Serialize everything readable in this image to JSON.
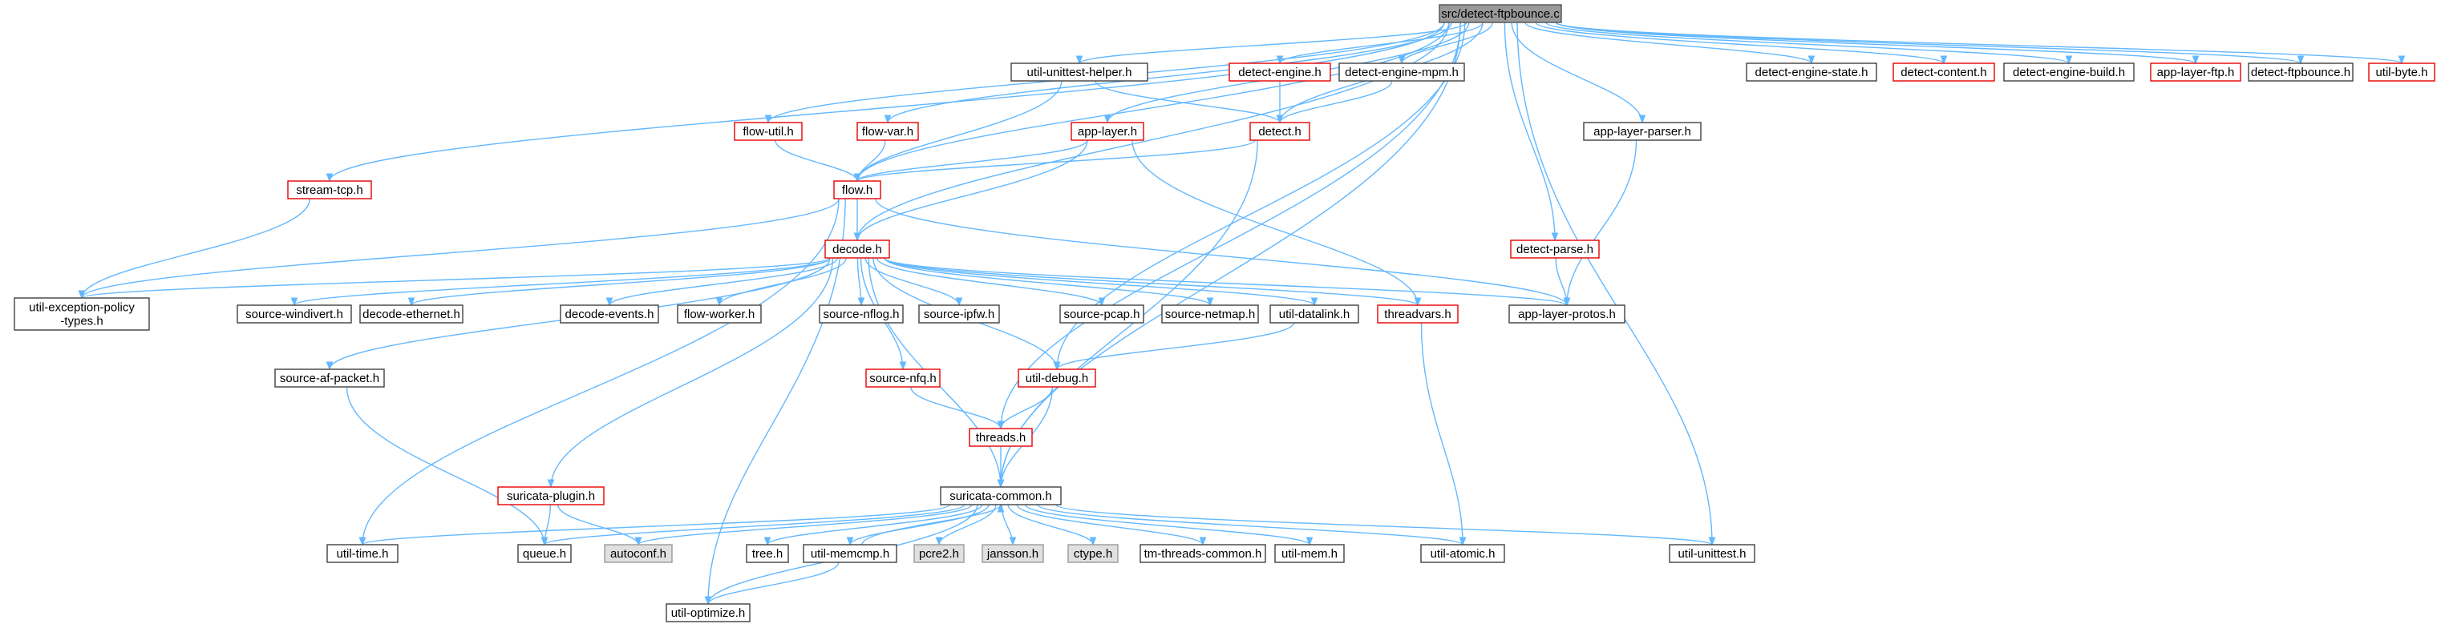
{
  "graph": {
    "colors": {
      "edge": "#63b8ff",
      "root_fill": "#9a9a9a",
      "grey_fill": "#e0e0e0",
      "red_border": "#e60000",
      "plain_border": "#404040"
    },
    "nodes": [
      {
        "id": "root",
        "label": "src/detect-ftpbounce.c",
        "style": "root"
      },
      {
        "id": "stream-tcp",
        "label": "stream-tcp.h",
        "style": "red"
      },
      {
        "id": "flow-util",
        "label": "flow-util.h",
        "style": "red"
      },
      {
        "id": "flow-var",
        "label": "flow-var.h",
        "style": "red"
      },
      {
        "id": "util-unittest-helper",
        "label": "util-unittest-helper.h",
        "style": "plain"
      },
      {
        "id": "app-layer",
        "label": "app-layer.h",
        "style": "red"
      },
      {
        "id": "detect-engine",
        "label": "detect-engine.h",
        "style": "red"
      },
      {
        "id": "detect-engine-mpm",
        "label": "detect-engine-mpm.h",
        "style": "plain"
      },
      {
        "id": "detect",
        "label": "detect.h",
        "style": "red"
      },
      {
        "id": "app-layer-parser",
        "label": "app-layer-parser.h",
        "style": "plain"
      },
      {
        "id": "detect-engine-state",
        "label": "detect-engine-state.h",
        "style": "plain"
      },
      {
        "id": "detect-content",
        "label": "detect-content.h",
        "style": "red"
      },
      {
        "id": "detect-engine-build",
        "label": "detect-engine-build.h",
        "style": "plain"
      },
      {
        "id": "app-layer-ftp",
        "label": "app-layer-ftp.h",
        "style": "red"
      },
      {
        "id": "detect-ftpbounce",
        "label": "detect-ftpbounce.h",
        "style": "plain"
      },
      {
        "id": "util-byte",
        "label": "util-byte.h",
        "style": "red"
      },
      {
        "id": "flow",
        "label": "flow.h",
        "style": "red"
      },
      {
        "id": "decode",
        "label": "decode.h",
        "style": "red"
      },
      {
        "id": "detect-parse",
        "label": "detect-parse.h",
        "style": "red"
      },
      {
        "id": "util-exception-policy-types",
        "label": "util-exception-policy\n-types.h",
        "style": "plain"
      },
      {
        "id": "source-windivert",
        "label": "source-windivert.h",
        "style": "plain"
      },
      {
        "id": "decode-ethernet",
        "label": "decode-ethernet.h",
        "style": "plain"
      },
      {
        "id": "decode-events",
        "label": "decode-events.h",
        "style": "plain"
      },
      {
        "id": "flow-worker",
        "label": "flow-worker.h",
        "style": "plain"
      },
      {
        "id": "source-nflog",
        "label": "source-nflog.h",
        "style": "plain"
      },
      {
        "id": "source-ipfw",
        "label": "source-ipfw.h",
        "style": "plain"
      },
      {
        "id": "source-pcap",
        "label": "source-pcap.h",
        "style": "plain"
      },
      {
        "id": "source-netmap",
        "label": "source-netmap.h",
        "style": "plain"
      },
      {
        "id": "util-datalink",
        "label": "util-datalink.h",
        "style": "plain"
      },
      {
        "id": "threadvars",
        "label": "threadvars.h",
        "style": "red"
      },
      {
        "id": "app-layer-protos",
        "label": "app-layer-protos.h",
        "style": "plain"
      },
      {
        "id": "source-af-packet",
        "label": "source-af-packet.h",
        "style": "plain"
      },
      {
        "id": "source-nfq",
        "label": "source-nfq.h",
        "style": "red"
      },
      {
        "id": "util-debug",
        "label": "util-debug.h",
        "style": "red"
      },
      {
        "id": "threads",
        "label": "threads.h",
        "style": "red"
      },
      {
        "id": "suricata-plugin",
        "label": "suricata-plugin.h",
        "style": "red"
      },
      {
        "id": "suricata-common",
        "label": "suricata-common.h",
        "style": "plain"
      },
      {
        "id": "util-time",
        "label": "util-time.h",
        "style": "plain"
      },
      {
        "id": "queue",
        "label": "queue.h",
        "style": "plain"
      },
      {
        "id": "autoconf",
        "label": "autoconf.h",
        "style": "grey"
      },
      {
        "id": "tree",
        "label": "tree.h",
        "style": "plain"
      },
      {
        "id": "util-memcmp",
        "label": "util-memcmp.h",
        "style": "plain"
      },
      {
        "id": "pcre2",
        "label": "pcre2.h",
        "style": "grey"
      },
      {
        "id": "jansson",
        "label": "jansson.h",
        "style": "grey"
      },
      {
        "id": "ctype",
        "label": "ctype.h",
        "style": "grey"
      },
      {
        "id": "tm-threads-common",
        "label": "tm-threads-common.h",
        "style": "plain"
      },
      {
        "id": "util-mem",
        "label": "util-mem.h",
        "style": "plain"
      },
      {
        "id": "util-atomic",
        "label": "util-atomic.h",
        "style": "plain"
      },
      {
        "id": "util-unittest",
        "label": "util-unittest.h",
        "style": "plain"
      },
      {
        "id": "util-optimize",
        "label": "util-optimize.h",
        "style": "plain"
      }
    ],
    "edges": [
      [
        "root",
        "stream-tcp"
      ],
      [
        "root",
        "flow-util"
      ],
      [
        "root",
        "flow-var"
      ],
      [
        "root",
        "util-unittest-helper"
      ],
      [
        "root",
        "app-layer"
      ],
      [
        "root",
        "detect-engine"
      ],
      [
        "root",
        "detect-engine-mpm"
      ],
      [
        "root",
        "detect"
      ],
      [
        "root",
        "app-layer-parser"
      ],
      [
        "root",
        "detect-engine-state"
      ],
      [
        "root",
        "detect-content"
      ],
      [
        "root",
        "detect-engine-build"
      ],
      [
        "root",
        "app-layer-ftp"
      ],
      [
        "root",
        "detect-ftpbounce"
      ],
      [
        "root",
        "util-byte"
      ],
      [
        "root",
        "flow"
      ],
      [
        "root",
        "decode"
      ],
      [
        "root",
        "detect-parse"
      ],
      [
        "root",
        "util-debug"
      ],
      [
        "root",
        "threads"
      ],
      [
        "root",
        "suricata-common"
      ],
      [
        "root",
        "util-unittest"
      ],
      [
        "util-unittest-helper",
        "detect"
      ],
      [
        "util-unittest-helper",
        "flow"
      ],
      [
        "detect-engine",
        "detect"
      ],
      [
        "detect-engine-mpm",
        "detect"
      ],
      [
        "flow-util",
        "flow"
      ],
      [
        "flow-var",
        "flow"
      ],
      [
        "app-layer",
        "flow"
      ],
      [
        "app-layer",
        "decode"
      ],
      [
        "app-layer",
        "threadvars"
      ],
      [
        "detect",
        "flow"
      ],
      [
        "detect",
        "suricata-common"
      ],
      [
        "stream-tcp",
        "util-exception-policy-types"
      ],
      [
        "flow",
        "decode"
      ],
      [
        "flow",
        "util-exception-policy-types"
      ],
      [
        "flow",
        "app-layer-protos"
      ],
      [
        "flow",
        "util-time"
      ],
      [
        "flow",
        "util-optimize"
      ],
      [
        "app-layer-parser",
        "app-layer-protos"
      ],
      [
        "detect-parse",
        "app-layer-protos"
      ],
      [
        "decode",
        "util-exception-policy-types"
      ],
      [
        "decode",
        "source-windivert"
      ],
      [
        "decode",
        "decode-ethernet"
      ],
      [
        "decode",
        "decode-events"
      ],
      [
        "decode",
        "flow-worker"
      ],
      [
        "decode",
        "source-nflog"
      ],
      [
        "decode",
        "source-ipfw"
      ],
      [
        "decode",
        "source-pcap"
      ],
      [
        "decode",
        "source-netmap"
      ],
      [
        "decode",
        "util-datalink"
      ],
      [
        "decode",
        "threadvars"
      ],
      [
        "decode",
        "app-layer-protos"
      ],
      [
        "decode",
        "source-af-packet"
      ],
      [
        "decode",
        "source-nfq"
      ],
      [
        "decode",
        "util-debug"
      ],
      [
        "decode",
        "suricata-plugin"
      ],
      [
        "decode",
        "suricata-common"
      ],
      [
        "util-datalink",
        "util-debug"
      ],
      [
        "threadvars",
        "util-atomic"
      ],
      [
        "source-af-packet",
        "queue"
      ],
      [
        "source-nfq",
        "threads"
      ],
      [
        "util-debug",
        "threads"
      ],
      [
        "util-debug",
        "suricata-common"
      ],
      [
        "threads",
        "suricata-common"
      ],
      [
        "suricata-plugin",
        "queue"
      ],
      [
        "suricata-plugin",
        "autoconf"
      ],
      [
        "suricata-common",
        "util-time"
      ],
      [
        "suricata-common",
        "queue"
      ],
      [
        "suricata-common",
        "autoconf"
      ],
      [
        "suricata-common",
        "tree"
      ],
      [
        "suricata-common",
        "util-memcmp"
      ],
      [
        "suricata-common",
        "pcre2"
      ],
      [
        "suricata-common",
        "jansson"
      ],
      [
        "suricata-common",
        "ctype"
      ],
      [
        "suricata-common",
        "tm-threads-common"
      ],
      [
        "suricata-common",
        "util-mem"
      ],
      [
        "suricata-common",
        "util-atomic"
      ],
      [
        "suricata-common",
        "util-unittest"
      ],
      [
        "suricata-common",
        "util-optimize"
      ],
      [
        "util-memcmp",
        "suricata-common"
      ],
      [
        "util-memcmp",
        "util-optimize"
      ]
    ]
  }
}
